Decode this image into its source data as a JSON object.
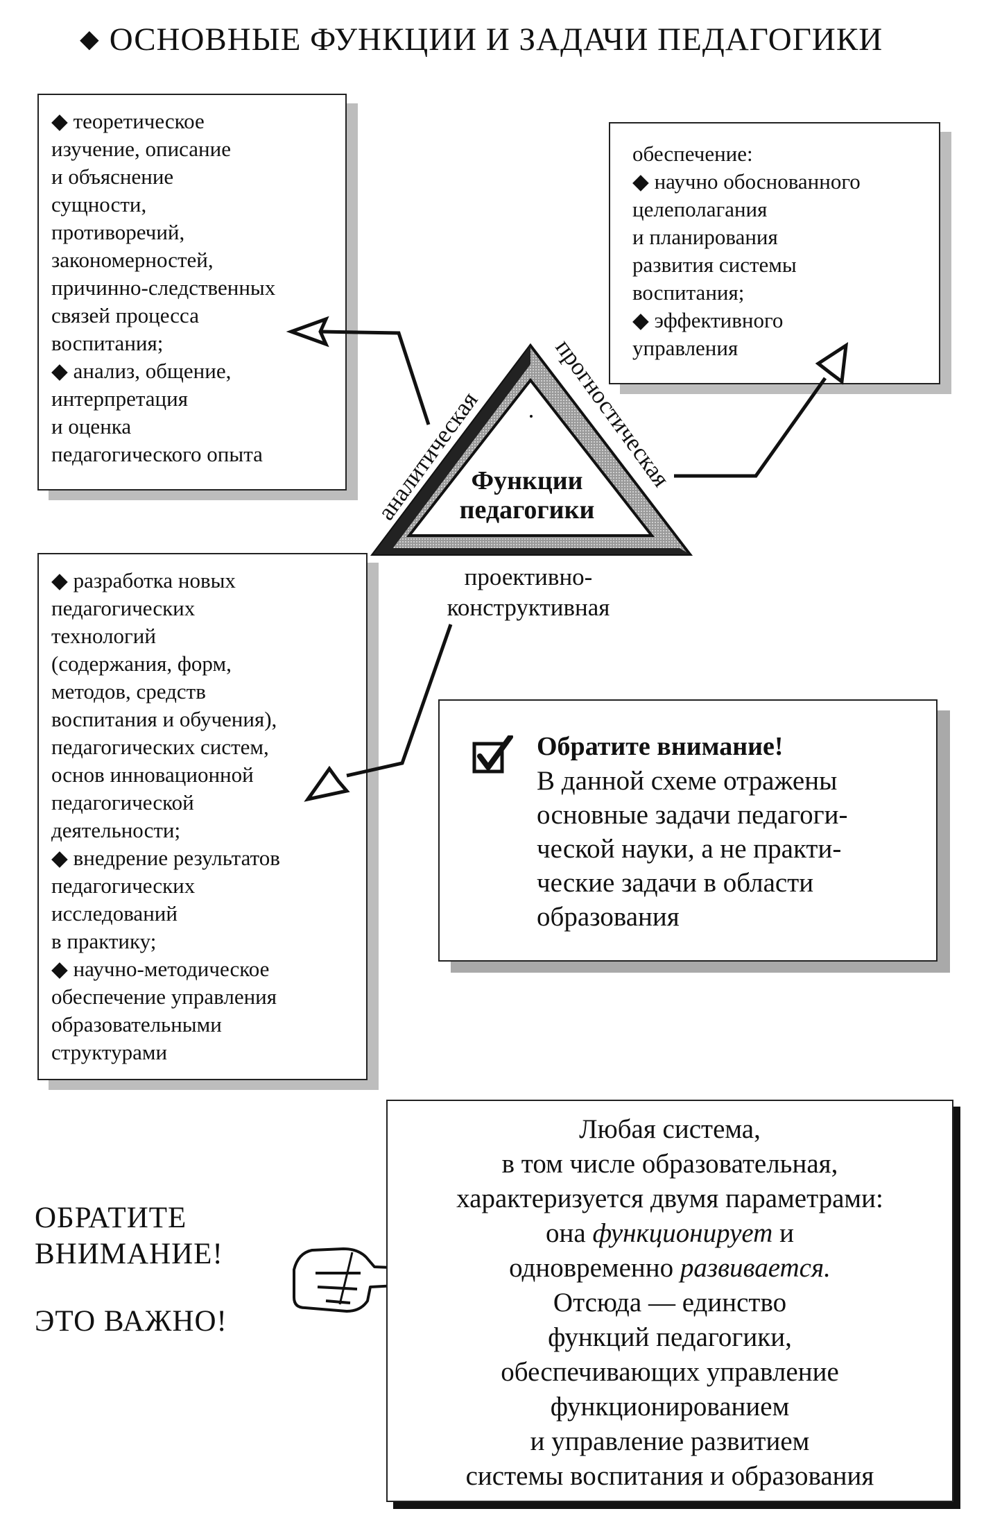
{
  "title": "ОСНОВНЫЕ ФУНКЦИИ И ЗАДАЧИ ПЕДАГОГИКИ",
  "title_bullet": "◆",
  "triangle": {
    "center": [
      "Функции",
      "педагогики"
    ],
    "left_side": "аналитическая",
    "right_side": "прогностическая",
    "bottom": [
      "проективно-",
      "конструктивная"
    ]
  },
  "analytical_box": {
    "lines": [
      "◆ теоретическое",
      "изучение, описание",
      "и объяснение",
      "сущности,",
      "противоречий,",
      "закономерностей,",
      "причинно-следственных",
      "связей процесса",
      "воспитания;",
      "◆ анализ, общение,",
      "интерпретация",
      "и оценка",
      "педагогического опыта"
    ]
  },
  "prognostic_box": {
    "lines": [
      "обеспечение:",
      "◆ научно обоснованного",
      "целеполагания",
      "и планирования",
      "развития системы",
      "воспитания;",
      "◆ эффективного",
      "управления"
    ]
  },
  "projective_box": {
    "lines": [
      "◆ разработка новых",
      "педагогических",
      "технологий",
      "(содержания, форм,",
      "методов, средств",
      "воспитания и обучения),",
      "педагогических систем,",
      "основ инновационной",
      "педагогической",
      "деятельности;",
      "◆ внедрение результатов",
      "педагогических",
      "исследований",
      "в практику;",
      "◆ научно-методическое",
      "обеспечение управления",
      "образовательными",
      "структурами"
    ]
  },
  "attention_box": {
    "header": "Обратите внимание!",
    "lines": [
      "В данной схеме отражены",
      "основные задачи педагоги-",
      "ческой науки, а не практи-",
      "ческие задачи в области",
      "образования"
    ]
  },
  "side_note": {
    "line1": "ОБРАТИТЕ",
    "line2": "ВНИМАНИЕ!",
    "line3": "ЭТО ВАЖНО!"
  },
  "system_box": {
    "l1": "Любая система,",
    "l2": "в том числе образовательная,",
    "l3": "характеризуется двумя параметрами:",
    "l4a": "она ",
    "l4b": "функционирует",
    "l4c": " и",
    "l5a": "одновременно ",
    "l5b": "развивается.",
    "l6": "Отсюда — единство",
    "l7": "функций педагогики,",
    "l8": "обеспечивающих управление",
    "l9": "функционированием",
    "l10": "и управление развитием",
    "l11": "системы воспитания и образования"
  }
}
